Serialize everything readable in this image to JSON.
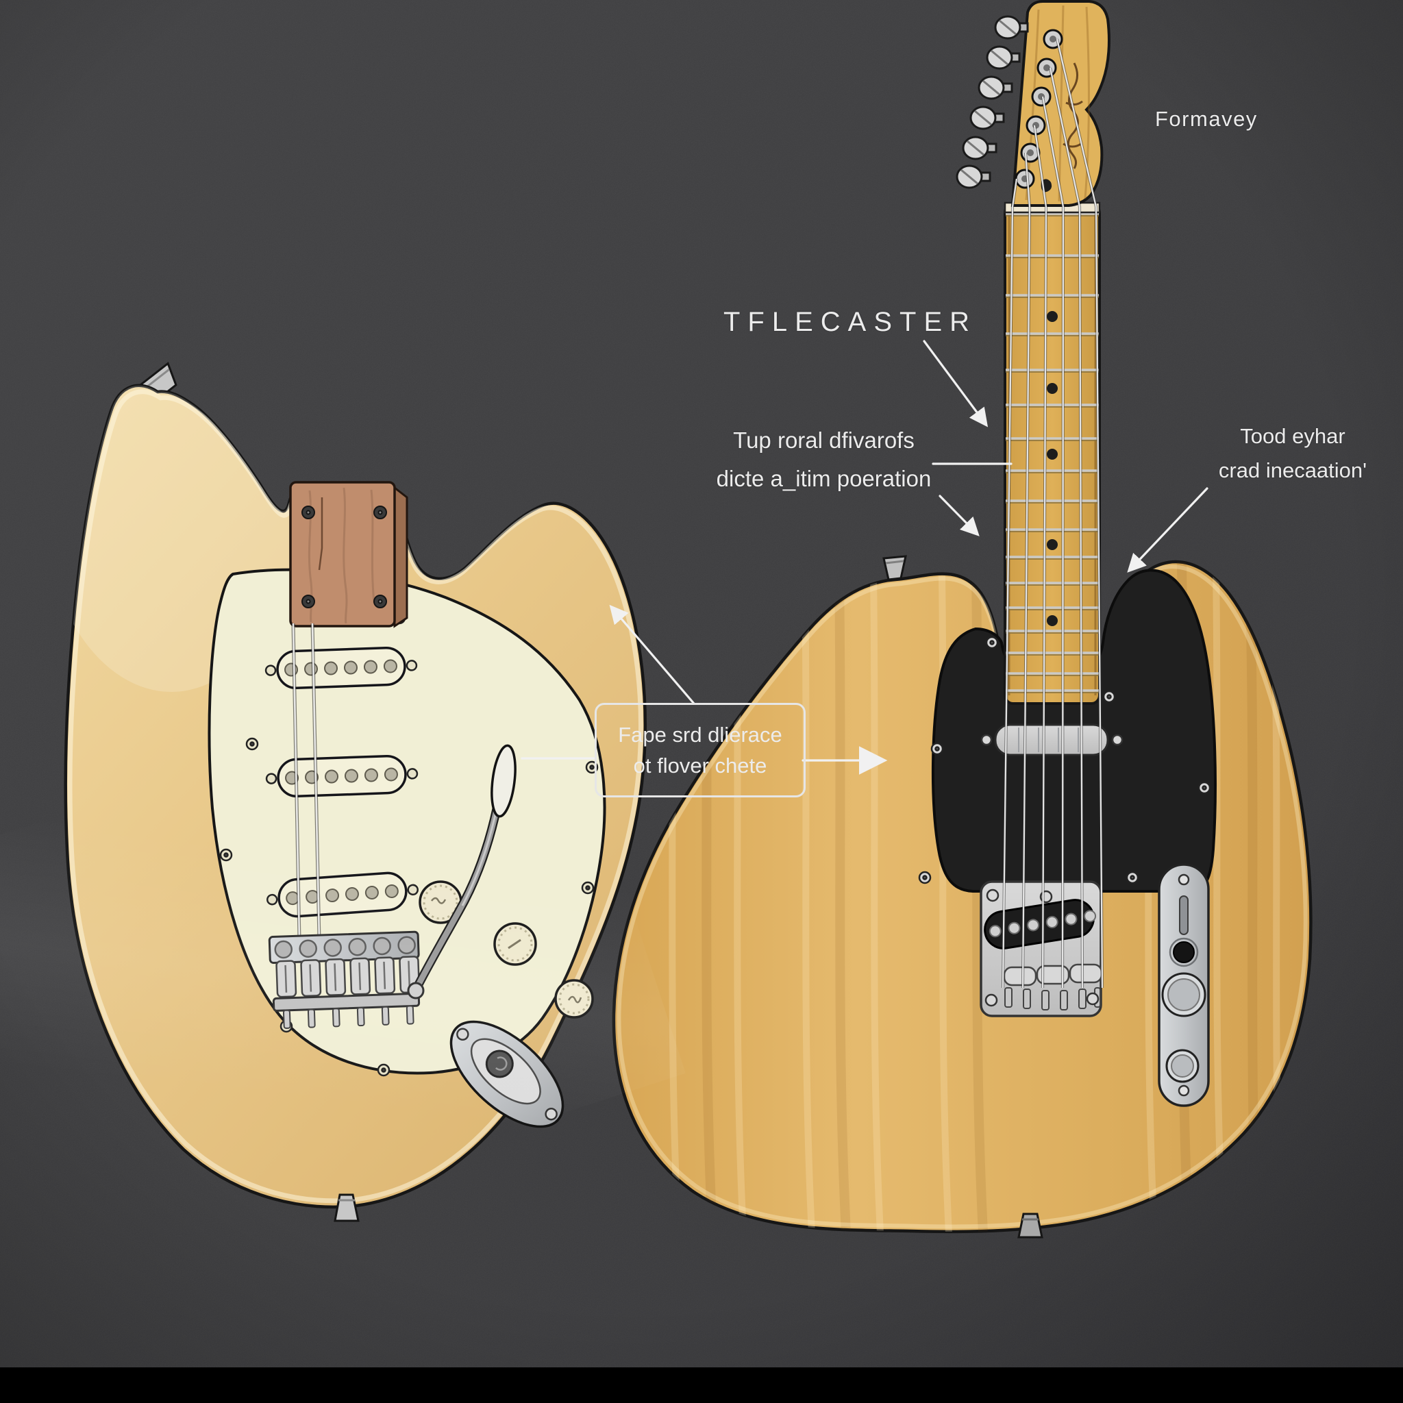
{
  "labels": {
    "brand": "Formavey",
    "model": "TFLECASTER",
    "neck_note_line1": "Tup roral dfivarofs",
    "neck_note_line2": "dicte a_itim poeration",
    "body_note_line1": "Tood eyhar",
    "body_note_line2": "crad inecaation'",
    "callout_line1": "Fape srd dlierace",
    "callout_line2": "ot flover chete"
  },
  "colors": {
    "background": "#3f3f41",
    "bottom_bar": "#000000",
    "label_text": "#ececec",
    "annotation_line": "#f1f1f1",
    "strat_body": "#e8c583",
    "strat_pickguard": "#f1efd5",
    "neck_pocket_wood": "#c08d6d",
    "tele_body": "#dfb164",
    "tele_pickguard": "#1f1f1f",
    "maple_neck": "#d8a84e",
    "chrome": "#cccccc"
  }
}
